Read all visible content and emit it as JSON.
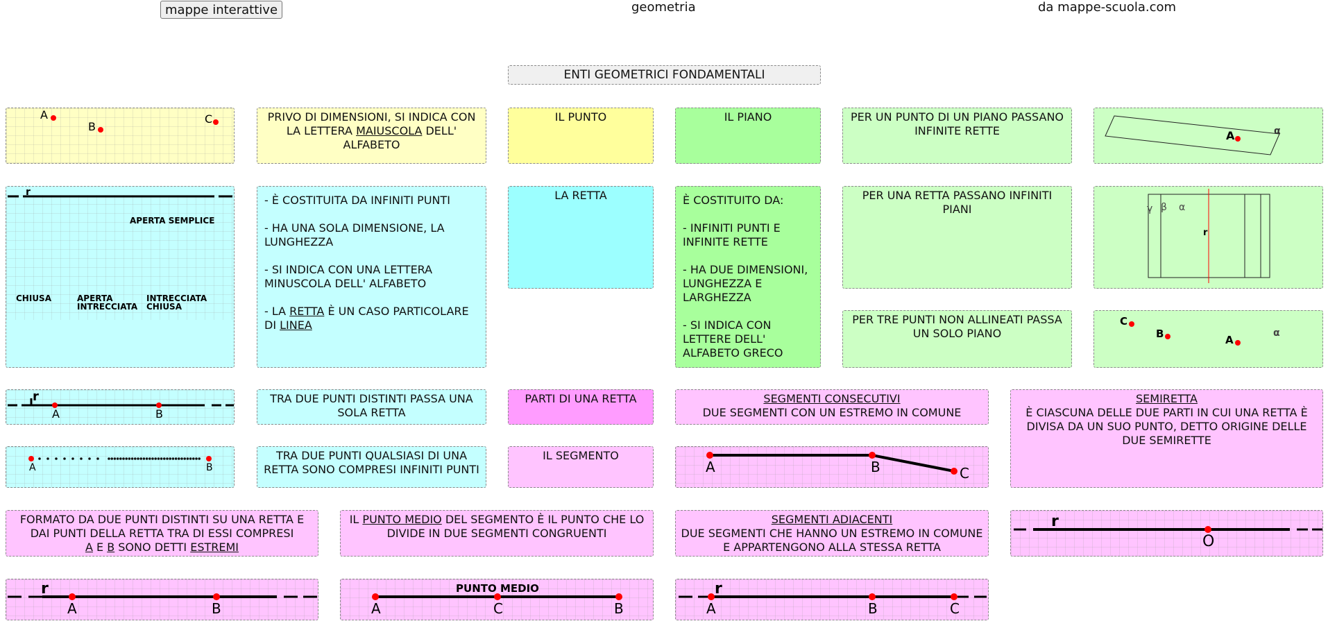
{
  "header": {
    "button_label": "mappe interattive",
    "center_title": "geometria",
    "site": "da mappe-scuola.com"
  },
  "main_title": "ENTI GEOMETRICI FONDAMENTALI",
  "punto": {
    "title": "IL PUNTO",
    "desc_pre": "PRIVO DI DIMENSIONI, SI INDICA CON LA LETTERA ",
    "desc_u": "MAIUSCOLA",
    "desc_post": " DELL' ALFABETO",
    "fig_labels": [
      "A",
      "B",
      "C"
    ]
  },
  "retta": {
    "title": "LA RETTA",
    "items": [
      "- È COSTITUITA DA INFINITI PUNTI",
      "- HA UNA SOLA DIMENSIONE, LA LUNGHEZZA",
      "- SI INDICA CON UNA LETTERA MINUSCOLA DELL' ALFABETO"
    ],
    "last_pre": "- LA ",
    "last_u1": "RETTA",
    "last_mid": " È UN CASO PARTICOLARE DI ",
    "last_u2": "LINEA",
    "fig_r": "r",
    "fig_labels": {
      "aperta_semplice": "APERTA SEMPLICE",
      "chiusa": "CHIUSA",
      "aperta_intrecciata_1": "APERTA",
      "aperta_intrecciata_2": "INTRECCIATA",
      "intrecciata_chiusa_1": "INTRECCIATA",
      "intrecciata_chiusa_2": "CHIUSA"
    },
    "due_punti": "TRA DUE PUNTI DISTINTI PASSA UNA SOLA RETTA",
    "infiniti_punti": "TRA DUE PUNTI QUALSIASI DI UNA RETTA SONO COMPRESI INFINITI PUNTI",
    "fig2_labels": [
      "r",
      "A",
      "B"
    ],
    "fig3_labels": [
      "A",
      "B"
    ]
  },
  "piano": {
    "title": "IL PIANO",
    "items": [
      "È COSTITUITO DA:",
      "- INFINITI PUNTI E INFINITE RETTE",
      "- HA DUE DIMENSIONI, LUNGHEZZA E LARGHEZZA",
      "- SI INDICA CON LETTERE DELL' ALFABETO GRECO"
    ],
    "per_un_punto": "PER UN PUNTO DI UN PIANO PASSANO INFINITE RETTE",
    "per_una_retta": "PER UNA RETTA PASSANO INFINITI PIANI",
    "per_tre_punti": "PER TRE PUNTI NON ALLINEATI PASSA UN SOLO PIANO",
    "fig1_labels": [
      "A",
      "α"
    ],
    "fig2_labels": [
      "γ",
      "β",
      "α",
      "r"
    ],
    "fig3_labels": [
      "C",
      "B",
      "A",
      "α"
    ]
  },
  "parti": {
    "title": "PARTI DI UNA RETTA",
    "segmento_title": "IL SEGMENTO",
    "formato_line1": "FORMATO DA DUE PUNTI DISTINTI SU UNA RETTA E DAI PUNTI DELLA RETTA TRA DI ESSI COMPRESI",
    "formato_a": "A",
    "formato_e": " E ",
    "formato_b": "B",
    "formato_sono": " SONO DETTI ",
    "formato_estremi": "ESTREMI",
    "fig_seg_labels": [
      "r",
      "A",
      "B"
    ],
    "punto_medio_pre": "IL ",
    "punto_medio_u": "PUNTO MEDIO",
    "punto_medio_post": " DEL SEGMENTO È IL PUNTO CHE LO DIVIDE IN DUE SEGMENTI CONGRUENTI",
    "fig_medio_title": "PUNTO MEDIO",
    "fig_medio_labels": [
      "A",
      "C",
      "B"
    ]
  },
  "consecutivi": {
    "title": "SEGMENTI CONSECUTIVI",
    "desc": "DUE SEGMENTI CON UN ESTREMO IN COMUNE",
    "fig_labels": [
      "A",
      "B",
      "C"
    ]
  },
  "adiacenti": {
    "title": "SEGMENTI ADIACENTI",
    "desc": "DUE SEGMENTI CHE HANNO UN ESTREMO IN COMUNE E APPARTENGONO ALLA STESSA RETTA",
    "fig_labels": [
      "r",
      "A",
      "B",
      "C"
    ]
  },
  "semiretta": {
    "title": "SEMIRETTA",
    "desc": "È CIASCUNA DELLE DUE PARTI IN CUI UNA RETTA È DIVISA DA UN SUO PUNTO, DETTO ORIGINE DELLE DUE SEMIRETTE",
    "fig_labels": [
      "r",
      "O"
    ]
  },
  "colors": {
    "point": "#ff0000",
    "yellow_light": "#ffffc4",
    "yellow": "#ffff9c",
    "green_light": "#ccffc4",
    "green": "#a8ff9c",
    "cyan_light": "#c4ffff",
    "cyan": "#9cffff",
    "pink_light": "#ffc4ff",
    "pink": "#ff9cff"
  }
}
